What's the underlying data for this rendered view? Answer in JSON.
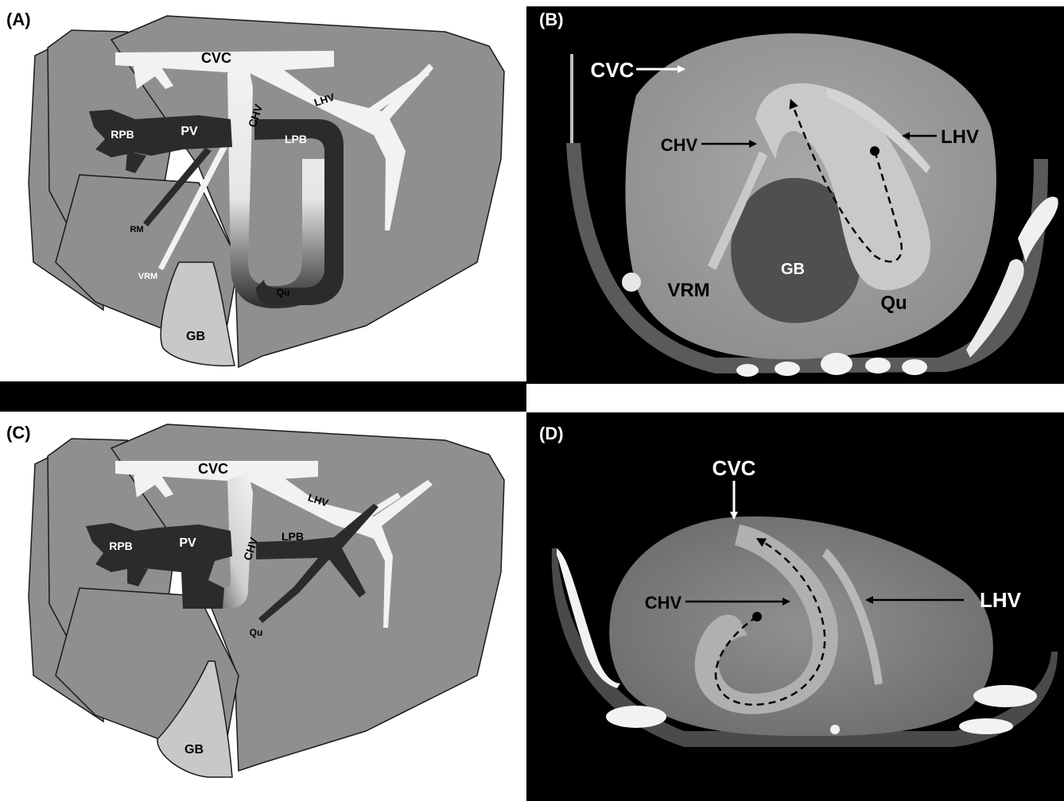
{
  "panels": {
    "a": {
      "letter": "(A)",
      "labels": {
        "cvc": "CVC",
        "lhv": "LHV",
        "chv": "CHV",
        "rpb": "RPB",
        "pv": "PV",
        "lpb": "LPB",
        "rm": "RM",
        "vrm": "VRM",
        "qu": "Qu",
        "gb": "GB"
      }
    },
    "b": {
      "letter": "(B)",
      "labels": {
        "cvc": "CVC",
        "chv": "CHV",
        "lhv": "LHV",
        "gb": "GB",
        "vrm": "VRM",
        "qu": "Qu"
      }
    },
    "c": {
      "letter": "(C)",
      "labels": {
        "cvc": "CVC",
        "lhv": "LHV",
        "chv": "CHV",
        "rpb": "RPB",
        "pv": "PV",
        "lpb": "LPB",
        "qu": "Qu",
        "gb": "GB"
      }
    },
    "d": {
      "letter": "(D)",
      "labels": {
        "cvc": "CVC",
        "chv": "CHV",
        "lhv": "LHV"
      }
    }
  },
  "colors": {
    "liver": "#8f8f8f",
    "vein_light": "#f2f2f2",
    "portal_dark": "#2b2b2b",
    "gallbladder": "#c8c8c8",
    "ct_background": "#000000"
  }
}
